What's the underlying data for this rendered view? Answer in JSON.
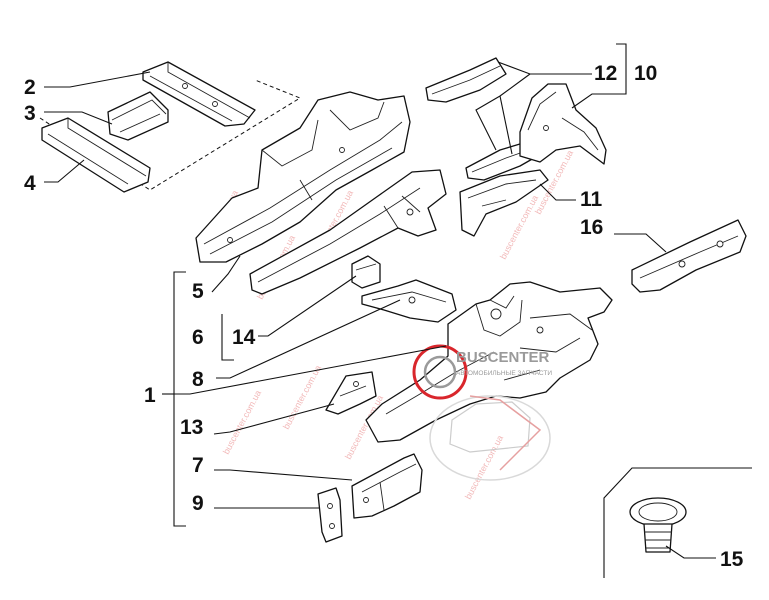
{
  "callouts": {
    "c1": "1",
    "c2": "2",
    "c3": "3",
    "c4": "4",
    "c5": "5",
    "c6": "6",
    "c7": "7",
    "c8": "8",
    "c9": "9",
    "c10": "10",
    "c11": "11",
    "c12": "12",
    "c13": "13",
    "c14": "14",
    "c15": "15",
    "c16": "16"
  },
  "watermark": {
    "brand": "BUSCENTER",
    "tagline": "АВТОМОБИЛЬНЫЕ ЗАПЧАСТИ",
    "site": "buscenter.com.ua",
    "colors": {
      "red": "#d9262c",
      "gray": "#9a9a9a"
    }
  }
}
